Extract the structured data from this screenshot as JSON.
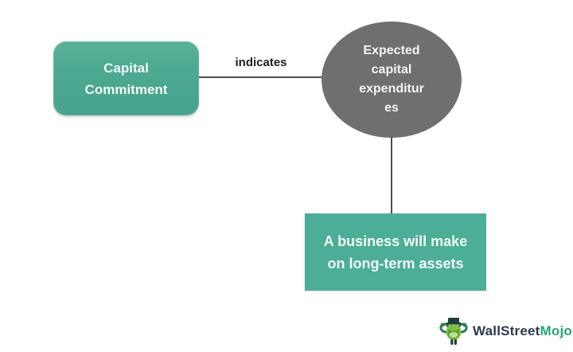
{
  "diagram": {
    "nodes": {
      "capital_commitment": {
        "lines": [
          "Capital",
          "Commitment"
        ],
        "shape": "rounded-rectangle",
        "fill": "#4da992",
        "text_color": "#ffffff"
      },
      "expected_capex": {
        "lines": [
          "Expected",
          "capital",
          "expenditur",
          "es"
        ],
        "shape": "ellipse",
        "fill": "#6f6f6f",
        "text_color": "#ffffff"
      },
      "business_assets": {
        "lines": [
          "A business will make",
          "on long-term assets"
        ],
        "shape": "rectangle",
        "fill": "#4cae96",
        "text_color": "#ffffff"
      }
    },
    "edges": {
      "commitment_to_capex": {
        "label": "indicates",
        "from": "capital_commitment",
        "to": "expected_capex",
        "line_color": "#4d4d4d"
      },
      "capex_to_assets": {
        "label": "",
        "from": "expected_capex",
        "to": "business_assets",
        "line_color": "#4d4d4d"
      }
    }
  },
  "logo": {
    "icon": "bull-mascot-icon",
    "brand_primary": "WallStreet",
    "brand_secondary": "Mojo",
    "colors": {
      "primary": "#2a3b4c",
      "secondary": "#27a570",
      "mascot_green": "#7dc242",
      "mascot_dark": "#1e3d3d"
    }
  }
}
